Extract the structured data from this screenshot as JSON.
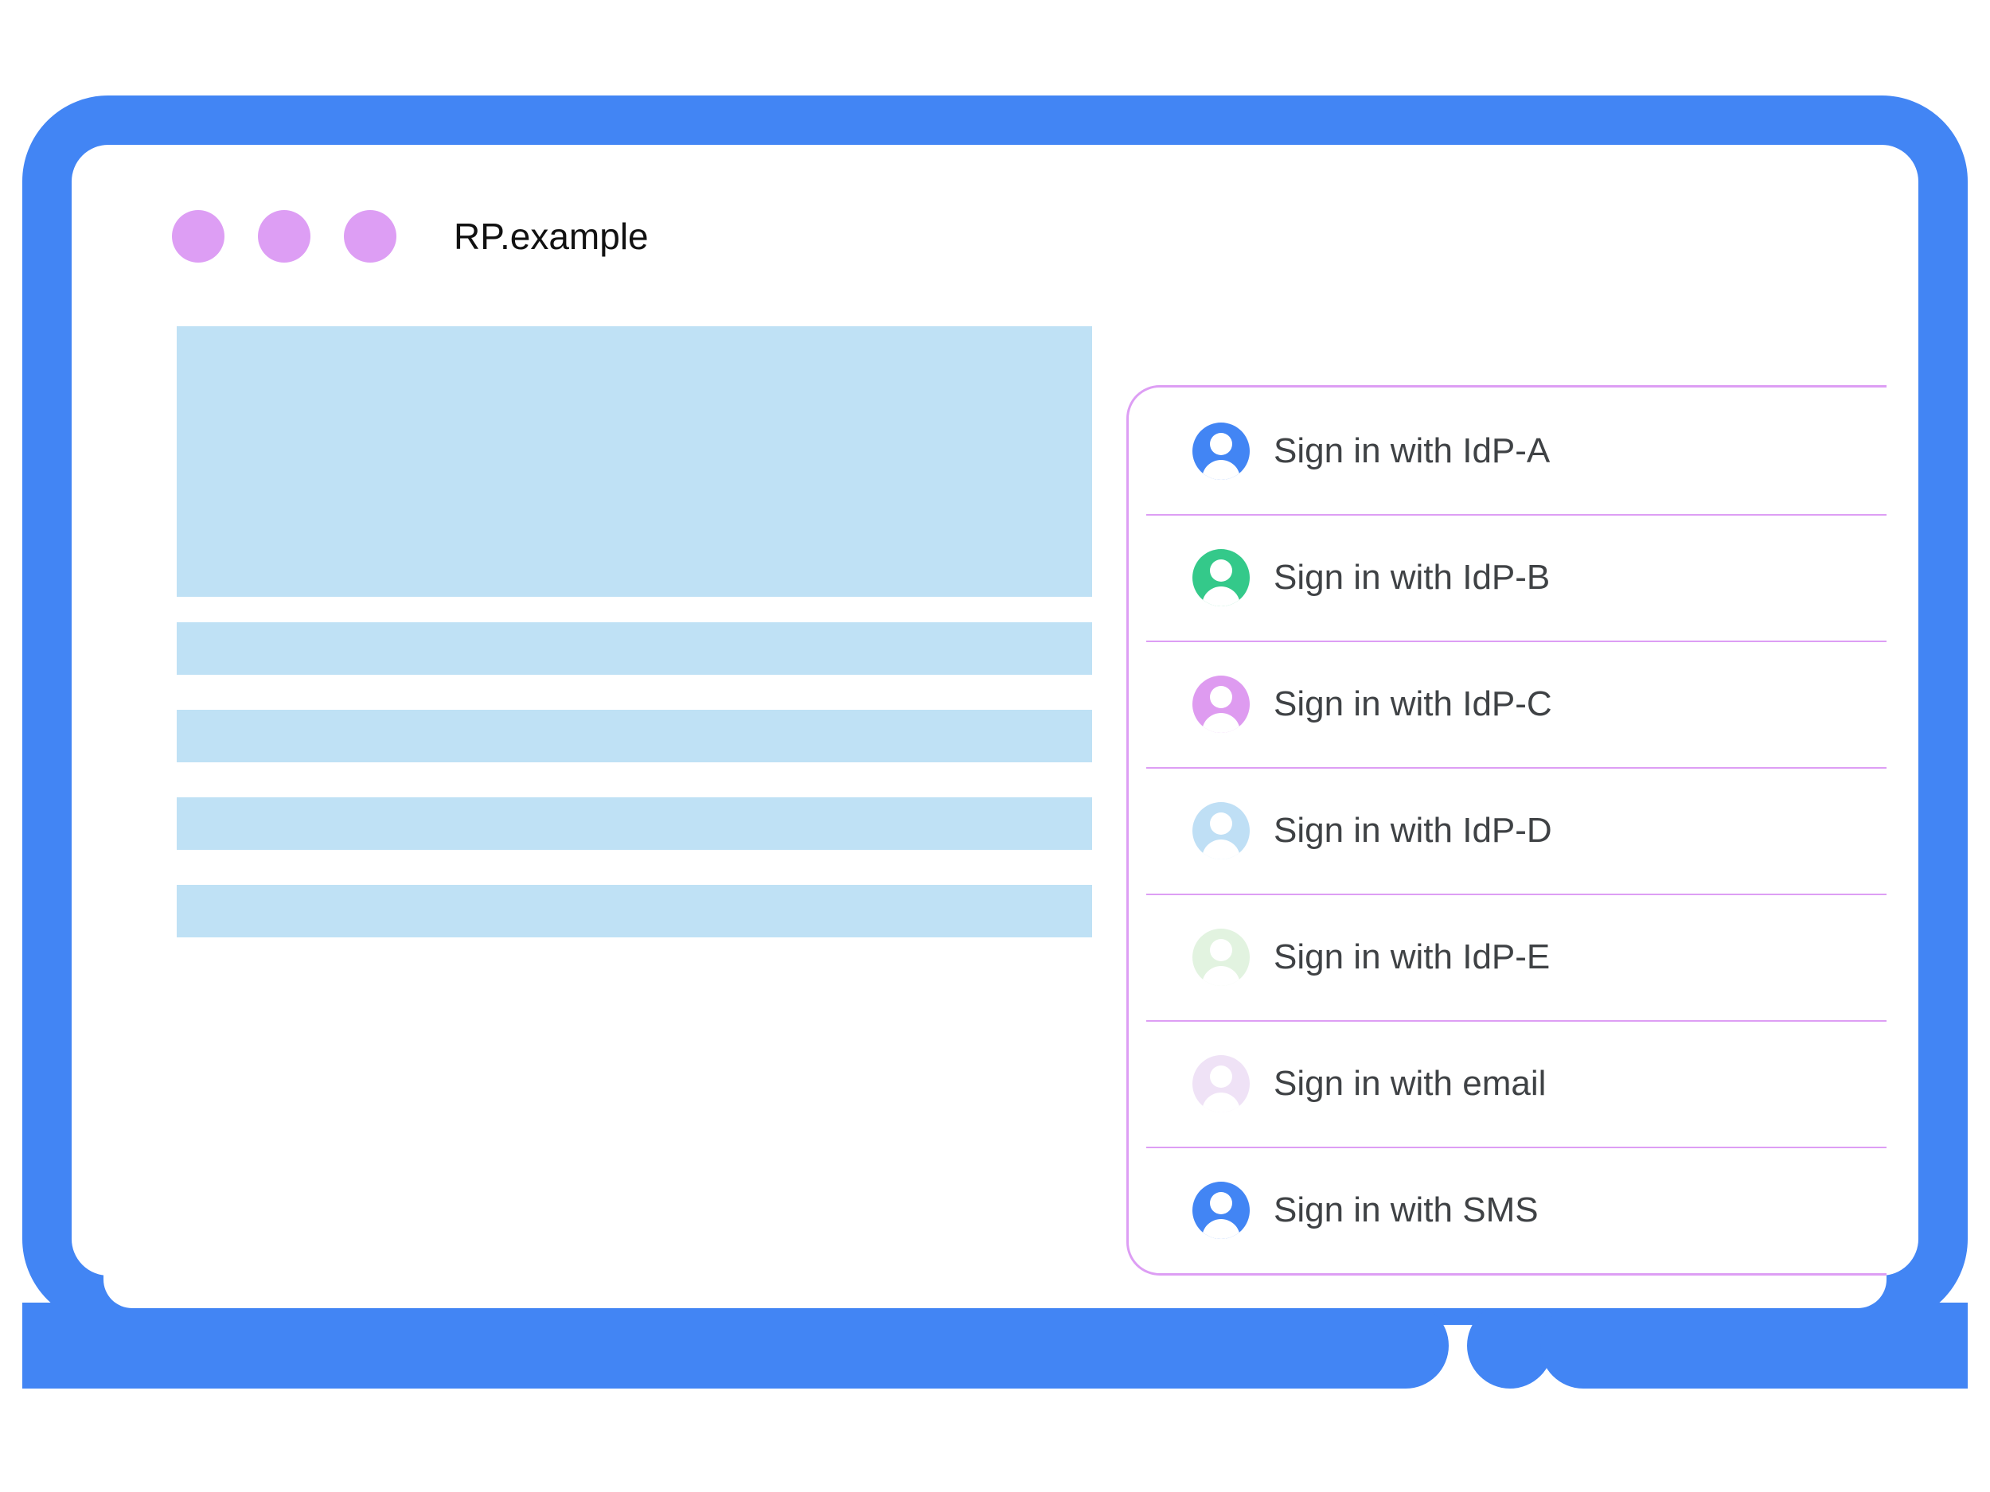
{
  "theme": {
    "frame_color": "#4285f4",
    "window_dot_color": "#dd9ef4",
    "placeholder_color": "#bfe1f5",
    "popup_border_color": "#dd9ef4",
    "label_color": "#3f4245"
  },
  "browser": {
    "title": "RP.example",
    "window_dots": [
      "window-dot-1",
      "window-dot-2",
      "window-dot-3"
    ]
  },
  "content": {
    "blocks": [
      {
        "name": "hero-placeholder"
      },
      {
        "name": "text-placeholder-1"
      },
      {
        "name": "text-placeholder-2"
      },
      {
        "name": "text-placeholder-3"
      },
      {
        "name": "text-placeholder-4"
      }
    ]
  },
  "account_chooser": {
    "accounts": [
      {
        "label": "Sign in with IdP-A",
        "avatar_color": "#4285f4"
      },
      {
        "label": "Sign in with IdP-B",
        "avatar_color": "#34c98a"
      },
      {
        "label": "Sign in with IdP-C",
        "avatar_color": "#de9bf0"
      },
      {
        "label": "Sign in with IdP-D",
        "avatar_color": "#bfdff5"
      },
      {
        "label": "Sign in with IdP-E",
        "avatar_color": "#e2f3e0"
      },
      {
        "label": "Sign in with email",
        "avatar_color": "#efe2f6"
      },
      {
        "label": "Sign in with SMS",
        "avatar_color": "#4285f4"
      }
    ]
  },
  "device": {
    "home_button": "home-button"
  }
}
